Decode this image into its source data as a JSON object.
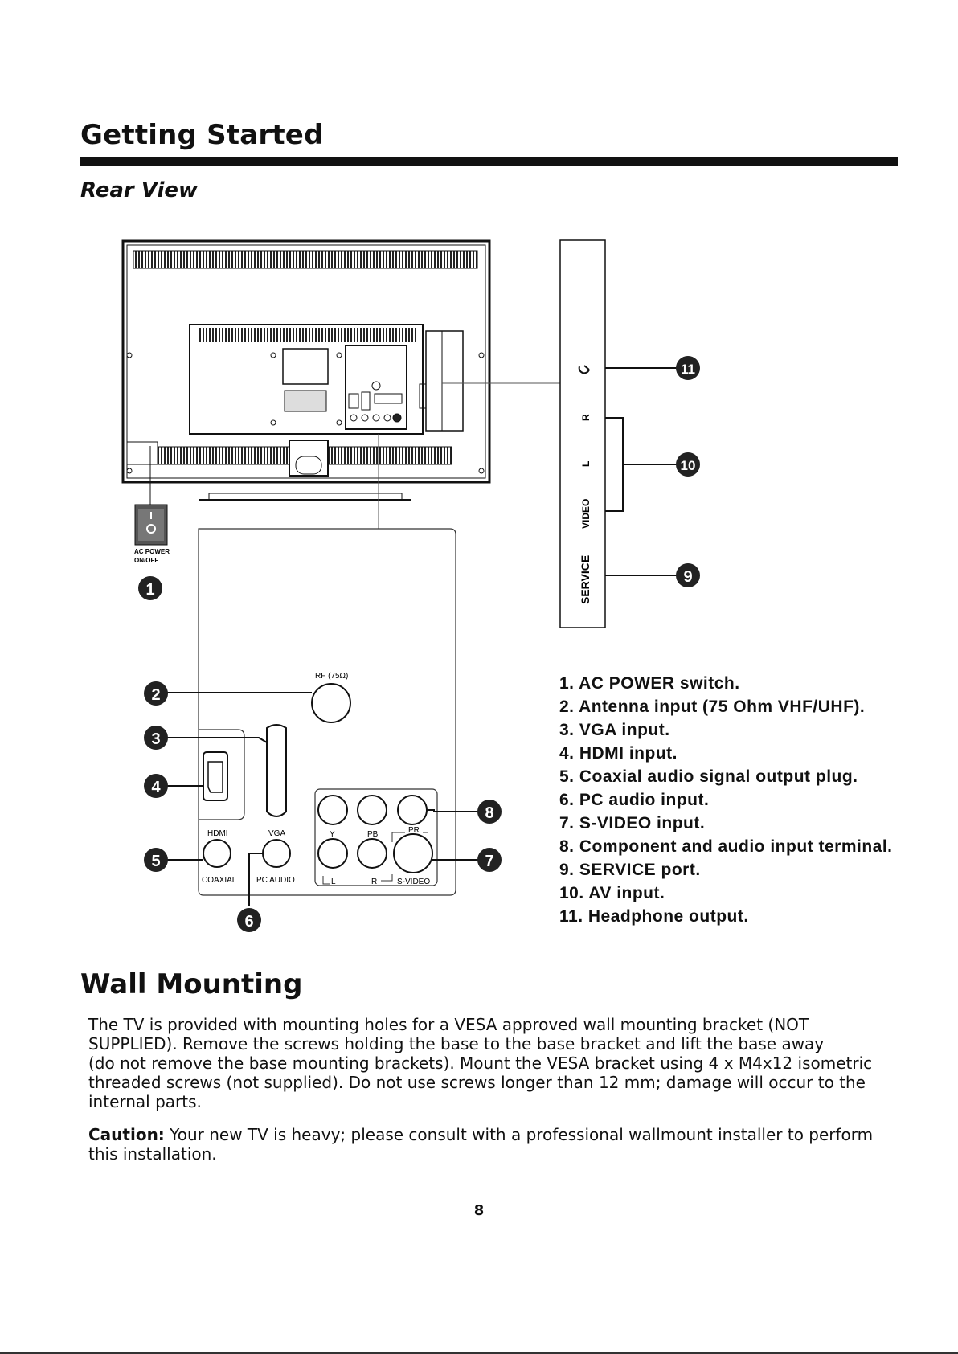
{
  "header": {
    "title": "Getting Started"
  },
  "rear_view": {
    "subtitle": "Rear View",
    "labels": {
      "ac_power_line1": "AC POWER",
      "ac_power_line2": "ON/OFF",
      "rf": "RF (75Ω)",
      "hdmi": "HDMI",
      "vga": "VGA",
      "y": "Y",
      "pb": "PB",
      "pr": "PR",
      "coaxial": "COAXIAL",
      "pc_audio": "PC AUDIO",
      "l": "L",
      "r": "R",
      "s_video": "S-VIDEO",
      "side_service": "SERVICE",
      "side_video": "VIDEO",
      "side_l": "L",
      "side_r": "R"
    },
    "callouts": [
      "1",
      "2",
      "3",
      "4",
      "5",
      "6",
      "7",
      "8",
      "9",
      "10",
      "11"
    ],
    "items": [
      "1. AC POWER switch.",
      "2. Antenna input (75 Ohm VHF/UHF).",
      "3. VGA input.",
      "4. HDMI input.",
      "5. Coaxial audio signal output plug.",
      "6. PC audio input.",
      "7. S-VIDEO input.",
      "8. Component and audio input terminal.",
      "9. SERVICE port.",
      "10. AV input.",
      "11. Headphone output."
    ]
  },
  "wall_mounting": {
    "title": "Wall Mounting",
    "body_lines": [
      "The TV is provided with mounting holes for a VESA approved wall mounting bracket (NOT",
      "SUPPLIED). Remove the screws holding the base to the base bracket and lift the base away",
      "(do not remove the base mounting brackets). Mount the VESA bracket using 4 x M4x12 isometric",
      "threaded screws (not supplied). Do not use screws longer than 12 mm; damage will occur to the",
      "internal parts."
    ],
    "caution_label": "Caution:",
    "caution_lines": [
      " Your new TV is heavy; please consult with a professional wallmount installer to perform",
      "this installation."
    ]
  },
  "page_number": "8"
}
